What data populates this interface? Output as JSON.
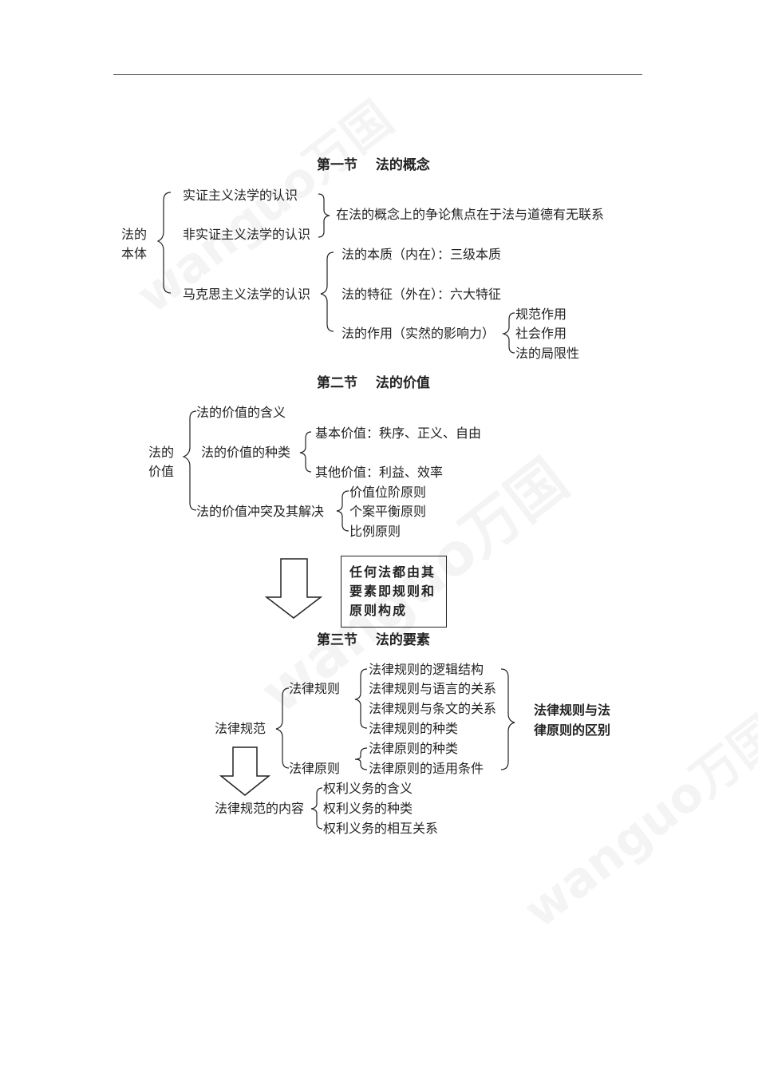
{
  "header": {},
  "watermark": {
    "text": "wanguo万国"
  },
  "section1": {
    "title": "第一节　 法的概念",
    "root": "法的\n本体",
    "root_line1": "法的",
    "root_line2": "本体",
    "items": [
      "实证主义法学的认识",
      "非实证主义法学的认识",
      "马克思主义法学的认识"
    ],
    "dispute": "在法的概念上的争论焦点在于法与道德有无联系",
    "marxist": [
      "法的本质（内在）：三级本质",
      "法的特征（外在）：六大特征",
      "法的作用（实然的影响力）"
    ],
    "functions": [
      "规范作用",
      "社会作用",
      "法的局限性"
    ]
  },
  "section2": {
    "title": "第二节　 法的价值",
    "root_line1": "法的",
    "root_line2": "价值",
    "items": [
      "法的价值的含义",
      "法的价值的种类",
      "法的价值冲突及其解决"
    ],
    "types": [
      "基本价值：秩序、正义、自由",
      "其他价值：利益、效率"
    ],
    "conflicts": [
      "价值位阶原则",
      "个案平衡原则",
      "比例原则"
    ]
  },
  "note_box": {
    "lines": [
      "任何法都由其",
      "要素即规则和",
      "原则构成"
    ]
  },
  "section3": {
    "title": "第三节　 法的要素",
    "root": "法律规范",
    "rules_label": "法律规则",
    "principles_label": "法律原则",
    "rules": [
      "法律规则的逻辑结构",
      "法律规则与语言的关系",
      "法律规则与条文的关系",
      "法律规则的种类"
    ],
    "principles": [
      "法律原则的种类",
      "法律原则的适用条件"
    ],
    "distinction": [
      "法律规则与法",
      "律原则的区别"
    ],
    "content_root": "法律规范的内容",
    "content": [
      "权利义务的含义",
      "权利义务的种类",
      "权利义务的相互关系"
    ]
  }
}
